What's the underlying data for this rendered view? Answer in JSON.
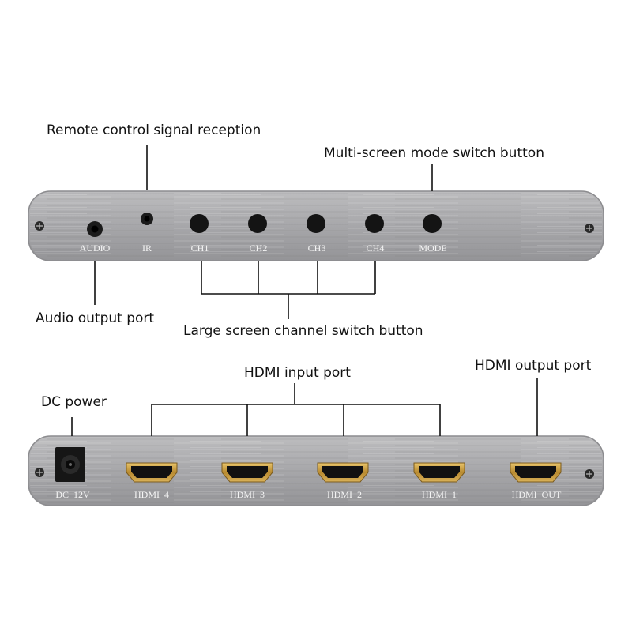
{
  "callouts": {
    "remote_ir": "Remote control signal reception",
    "mode_button": "Multi-screen mode switch button",
    "audio_port": "Audio output port",
    "channel_buttons": "Large screen channel switch button",
    "hdmi_input": "HDMI input port",
    "hdmi_output": "HDMI output port",
    "dc_power": "DC power"
  },
  "front_panel": {
    "audio": "AUDIO",
    "ir": "IR",
    "ch1": "CH1",
    "ch2": "CH2",
    "ch3": "CH3",
    "ch4": "CH4",
    "mode": "MODE"
  },
  "rear_panel": {
    "dc": "DC  12V",
    "hdmi4": "HDMI  4",
    "hdmi3": "HDMI  3",
    "hdmi2": "HDMI  2",
    "hdmi1": "HDMI  1",
    "hdmi_out": "HDMI  OUT"
  },
  "colors": {
    "panel": "#a9a9ab",
    "panel_edge": "#8c8c8f",
    "button": "#141414",
    "connector": "#c79a3e"
  }
}
